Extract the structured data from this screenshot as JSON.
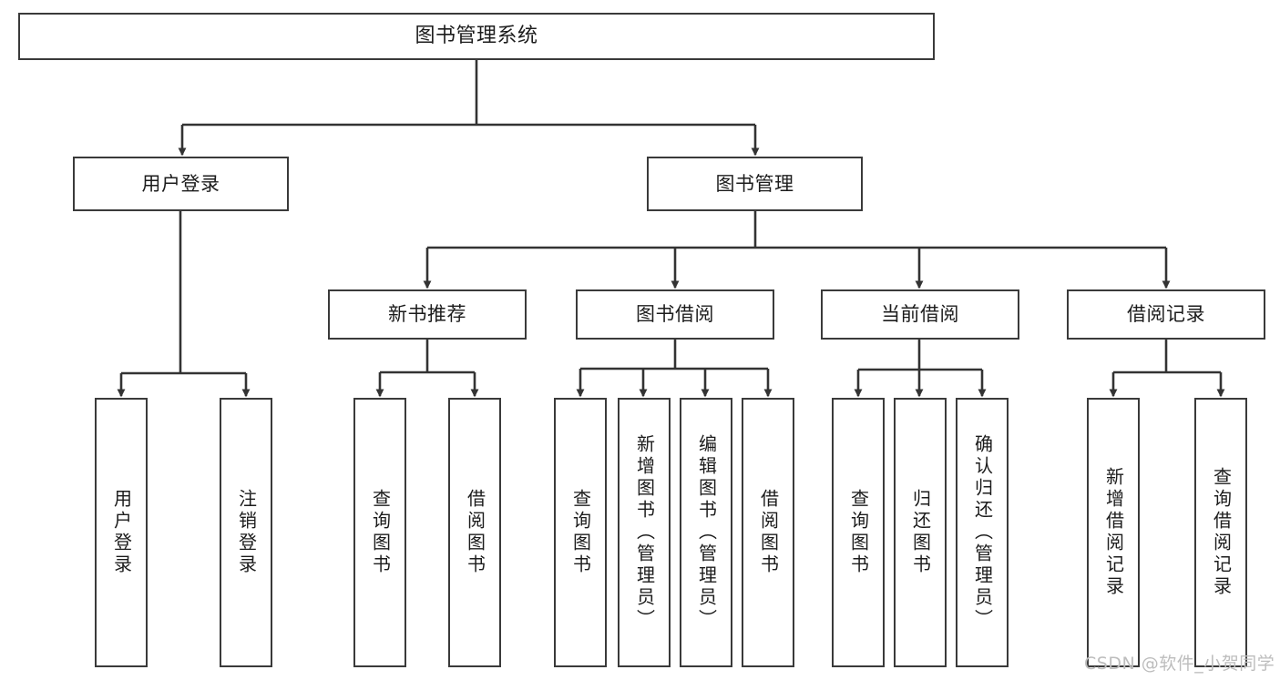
{
  "title": "图书管理系统",
  "watermark": "CSDN @软件_小贺同学",
  "colors": {
    "box_border": "#3a3a3a",
    "box_fill": "#ffffff",
    "edge": "#333333",
    "text": "#1c1c1c",
    "watermark": "#bdbdbd",
    "background": "#ffffff"
  },
  "diagram": {
    "type": "tree",
    "orientation": "top-down",
    "levels": 4,
    "root": {
      "label": "图书管理系统"
    },
    "level2": [
      {
        "label": "用户登录"
      },
      {
        "label": "图书管理"
      }
    ],
    "level3": [
      {
        "label": "新书推荐"
      },
      {
        "label": "图书借阅"
      },
      {
        "label": "当前借阅"
      },
      {
        "label": "借阅记录"
      }
    ],
    "leaves": {
      "user_login": [
        {
          "label": "用户登录"
        },
        {
          "label": "注销登录"
        }
      ],
      "new_book": [
        {
          "label": "查询图书"
        },
        {
          "label": "借阅图书"
        }
      ],
      "book_borrow": [
        {
          "label": "查询图书"
        },
        {
          "label": "新增图书（管理员）"
        },
        {
          "label": "编辑图书（管理员）"
        },
        {
          "label": "借阅图书"
        }
      ],
      "current_borrow": [
        {
          "label": "查询图书"
        },
        {
          "label": "归还图书"
        },
        {
          "label": "确认归还（管理员）"
        }
      ],
      "borrow_record": [
        {
          "label": "新增借阅记录"
        },
        {
          "label": "查询借阅记录"
        }
      ]
    }
  }
}
